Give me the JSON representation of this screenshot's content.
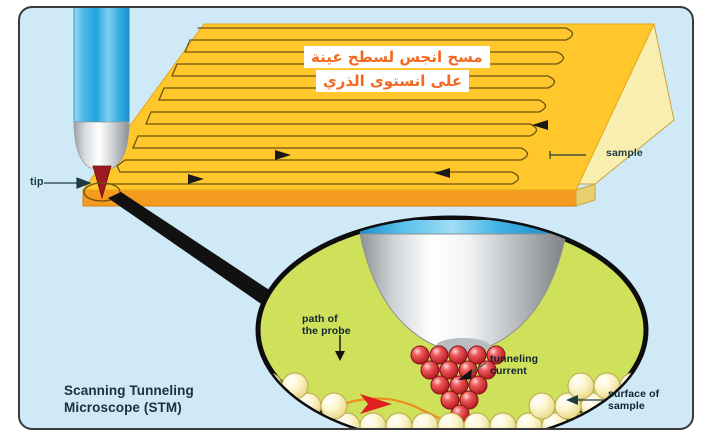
{
  "figure": {
    "title_en_line1": "Scanning Tunneling",
    "title_en_line2": "Microscope (STM)",
    "arabic_line1": "مسح انجس  لسطح عينة",
    "arabic_line2": "على انستوى الذري"
  },
  "labels": {
    "tip": "tip",
    "sample": "sample",
    "path_line1": "path of",
    "path_line2": "the probe",
    "tunneling_line1": "tunneling",
    "tunneling_line2": "current",
    "surface_line1": "surface of",
    "surface_line2": "sample"
  },
  "colors": {
    "background": "#cfe9f7",
    "border": "#3a3a3a",
    "sample_top": "#ffc72c",
    "sample_side": "#f59b1f",
    "sample_edge": "#f5e9a8",
    "probe_blue": "#3fb6e8",
    "probe_silver": "#e8e8e8",
    "probe_tip_red": "#9c1b20",
    "magnifier_green": "#cfe05a",
    "atom_red": "#e03a3e",
    "atom_yellow": "#fdf3c0",
    "path_orange": "#f08c1e",
    "arabic_text": "#f26a21",
    "label_text": "#1d3b42"
  },
  "icons": {
    "arrow_right": "arrow-right-icon",
    "arrow_left": "arrow-left-icon",
    "arrow_down": "arrow-down-icon"
  }
}
